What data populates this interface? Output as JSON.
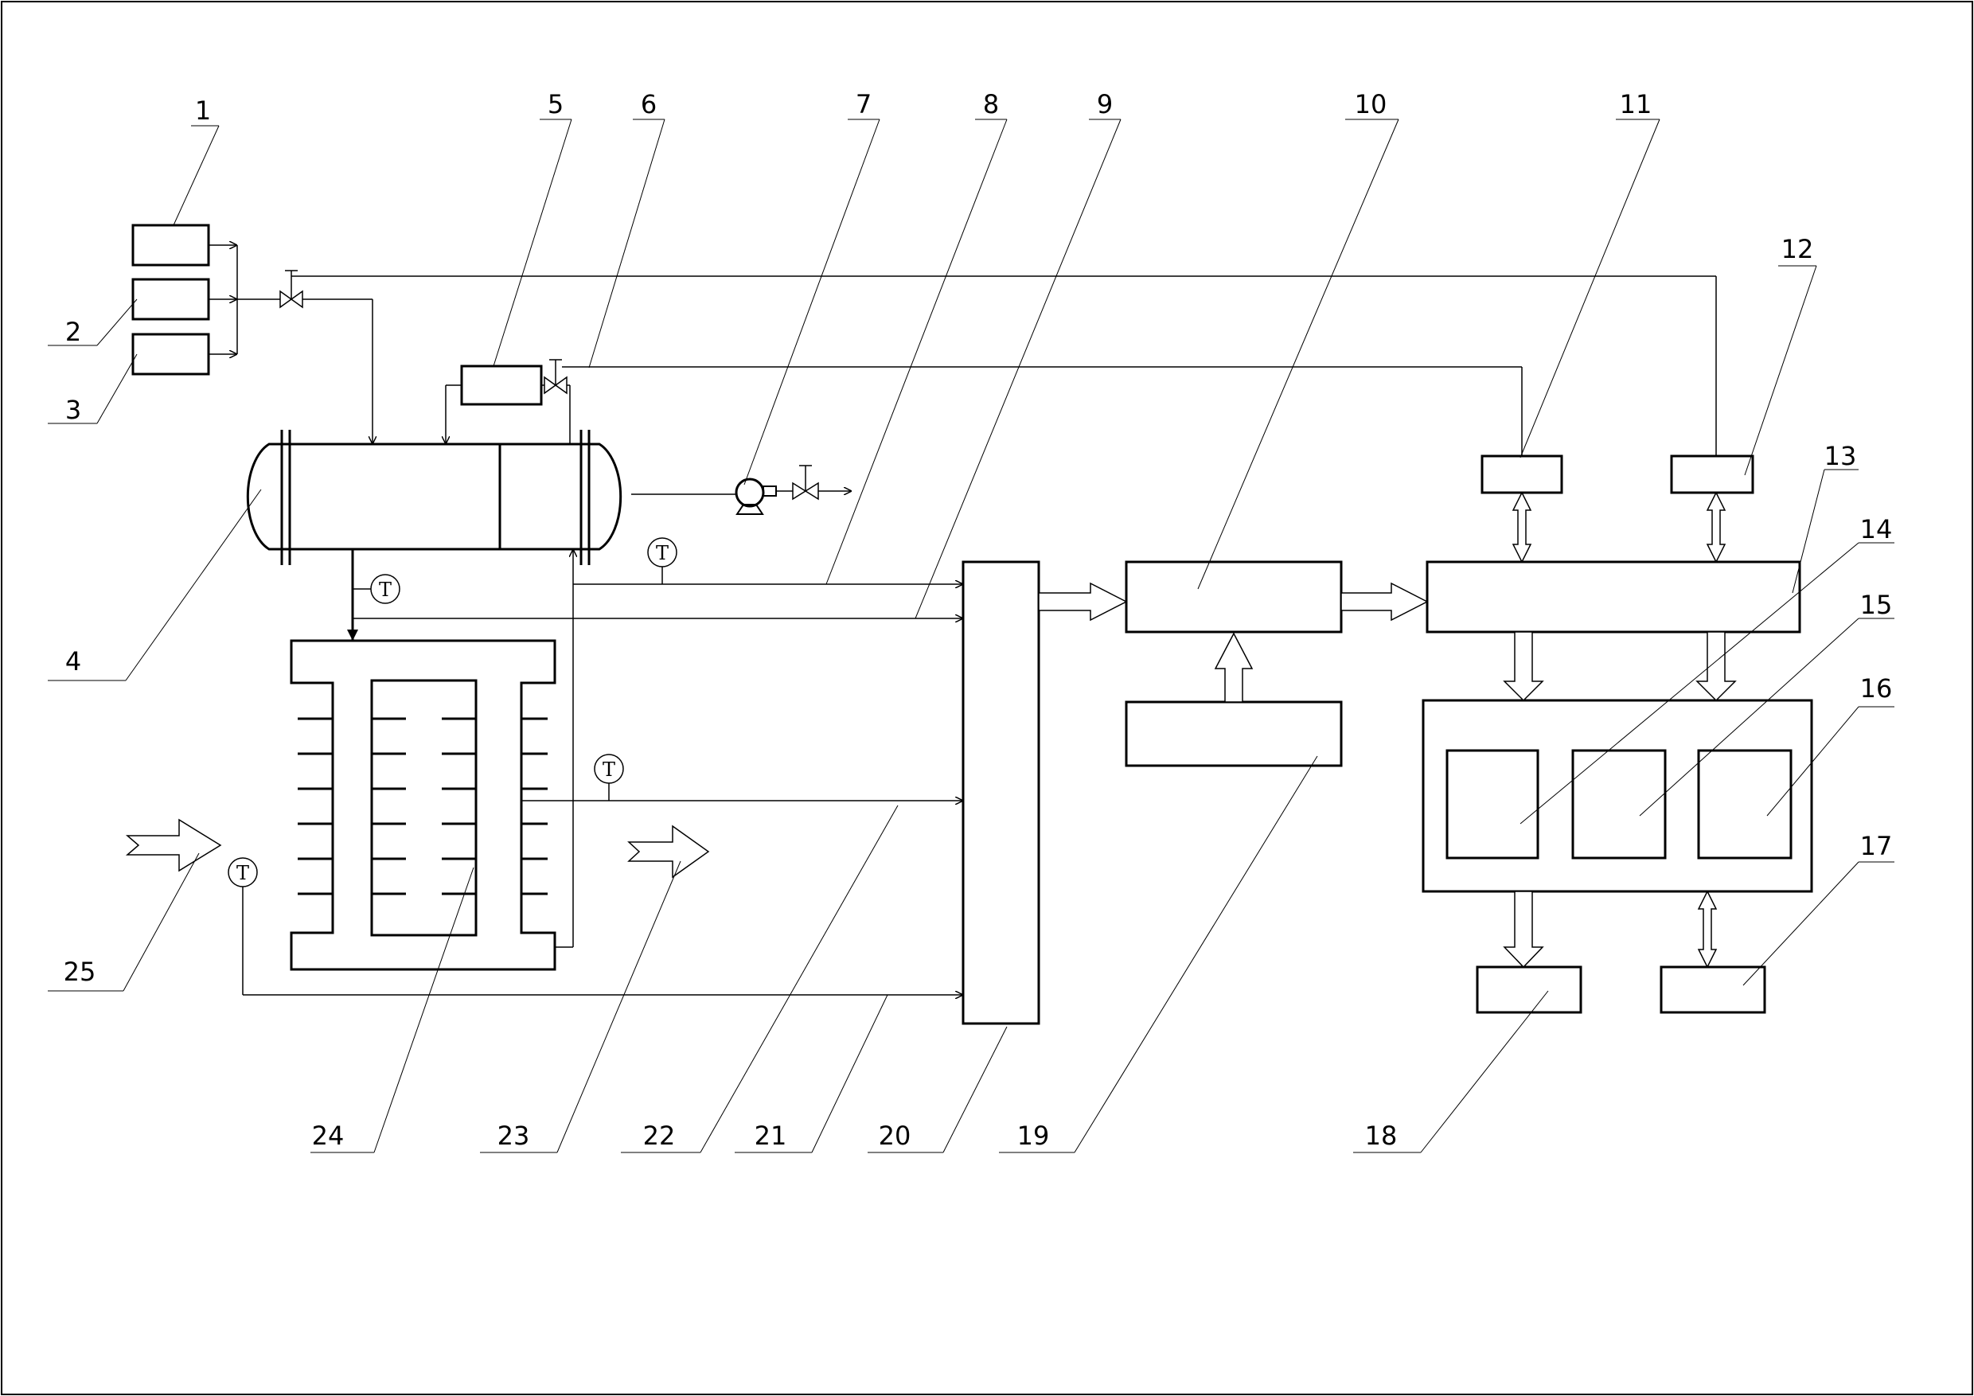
{
  "colors": {
    "line": "#000000",
    "background": "#ffffff",
    "hollow_arrow_fill": "#ffffff"
  },
  "labels": {
    "l1": "1",
    "l2": "2",
    "l3": "3",
    "l4": "4",
    "l5": "5",
    "l6": "6",
    "l7": "7",
    "l8": "8",
    "l9": "9",
    "l10": "10",
    "l11": "11",
    "l12": "12",
    "l13": "13",
    "l14": "14",
    "l15": "15",
    "l16": "16",
    "l17": "17",
    "l18": "18",
    "l19": "19",
    "l20": "20",
    "l21": "21",
    "l22": "22",
    "l23": "23",
    "l24": "24",
    "l25": "25"
  },
  "temp_sensor_symbol": "T"
}
